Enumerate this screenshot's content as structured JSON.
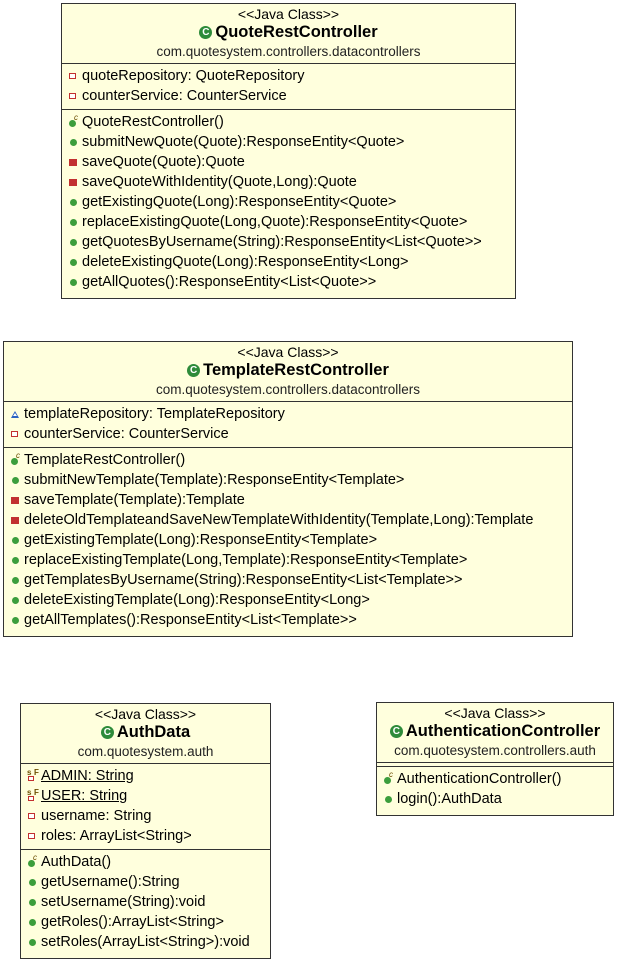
{
  "classes": [
    {
      "stereotype": "<<Java Class>>",
      "name": "QuoteRestController",
      "package": "com.quotesystem.controllers.datacontrollers",
      "fields": [
        {
          "vis": "private",
          "text": "quoteRepository: QuoteRepository"
        },
        {
          "vis": "private",
          "text": "counterService: CounterService"
        }
      ],
      "methods": [
        {
          "vis": "constructor",
          "text": "QuoteRestController()"
        },
        {
          "vis": "public",
          "text": "submitNewQuote(Quote):ResponseEntity<Quote>"
        },
        {
          "vis": "private",
          "text": "saveQuote(Quote):Quote"
        },
        {
          "vis": "private",
          "text": "saveQuoteWithIdentity(Quote,Long):Quote"
        },
        {
          "vis": "public",
          "text": "getExistingQuote(Long):ResponseEntity<Quote>"
        },
        {
          "vis": "public",
          "text": "replaceExistingQuote(Long,Quote):ResponseEntity<Quote>"
        },
        {
          "vis": "public",
          "text": "getQuotesByUsername(String):ResponseEntity<List<Quote>>"
        },
        {
          "vis": "public",
          "text": "deleteExistingQuote(Long):ResponseEntity<Long>"
        },
        {
          "vis": "public",
          "text": "getAllQuotes():ResponseEntity<List<Quote>>"
        }
      ]
    },
    {
      "stereotype": "<<Java Class>>",
      "name": "TemplateRestController",
      "package": "com.quotesystem.controllers.datacontrollers",
      "fields": [
        {
          "vis": "package",
          "text": "templateRepository: TemplateRepository"
        },
        {
          "vis": "private",
          "text": "counterService: CounterService"
        }
      ],
      "methods": [
        {
          "vis": "constructor",
          "text": "TemplateRestController()"
        },
        {
          "vis": "public",
          "text": "submitNewTemplate(Template):ResponseEntity<Template>"
        },
        {
          "vis": "private",
          "text": "saveTemplate(Template):Template"
        },
        {
          "vis": "private",
          "text": "deleteOldTemplateandSaveNewTemplateWithIdentity(Template,Long):Template"
        },
        {
          "vis": "public",
          "text": "getExistingTemplate(Long):ResponseEntity<Template>"
        },
        {
          "vis": "public",
          "text": "replaceExistingTemplate(Long,Template):ResponseEntity<Template>"
        },
        {
          "vis": "public",
          "text": "getTemplatesByUsername(String):ResponseEntity<List<Template>>"
        },
        {
          "vis": "public",
          "text": "deleteExistingTemplate(Long):ResponseEntity<Long>"
        },
        {
          "vis": "public",
          "text": "getAllTemplates():ResponseEntity<List<Template>>"
        }
      ]
    },
    {
      "stereotype": "<<Java Class>>",
      "name": "AuthData",
      "package": "com.quotesystem.auth",
      "fields": [
        {
          "vis": "static",
          "text": "ADMIN: String"
        },
        {
          "vis": "static",
          "text": "USER: String"
        },
        {
          "vis": "private",
          "text": "username: String"
        },
        {
          "vis": "private",
          "text": "roles: ArrayList<String>"
        }
      ],
      "methods": [
        {
          "vis": "constructor",
          "text": "AuthData()"
        },
        {
          "vis": "public",
          "text": "getUsername():String"
        },
        {
          "vis": "public",
          "text": "setUsername(String):void"
        },
        {
          "vis": "public",
          "text": "getRoles():ArrayList<String>"
        },
        {
          "vis": "public",
          "text": "setRoles(ArrayList<String>):void"
        }
      ]
    },
    {
      "stereotype": "<<Java Class>>",
      "name": "AuthenticationController",
      "package": "com.quotesystem.controllers.auth",
      "fields": [],
      "methods": [
        {
          "vis": "constructor",
          "text": "AuthenticationController()"
        },
        {
          "vis": "public",
          "text": "login():AuthData"
        }
      ]
    }
  ],
  "icons": {
    "class": "class-c-icon",
    "public": "public-circle-icon",
    "private_field": "private-square-outline-icon",
    "private_method": "private-square-filled-icon",
    "package": "package-triangle-icon",
    "constructor": "constructor-icon",
    "static_final": "static-final-field-icon"
  },
  "colors": {
    "class_fill": "#ffffdd",
    "border": "#333333",
    "public": "#3c9e3c",
    "private": "#c23030",
    "package": "#2b63c2"
  }
}
